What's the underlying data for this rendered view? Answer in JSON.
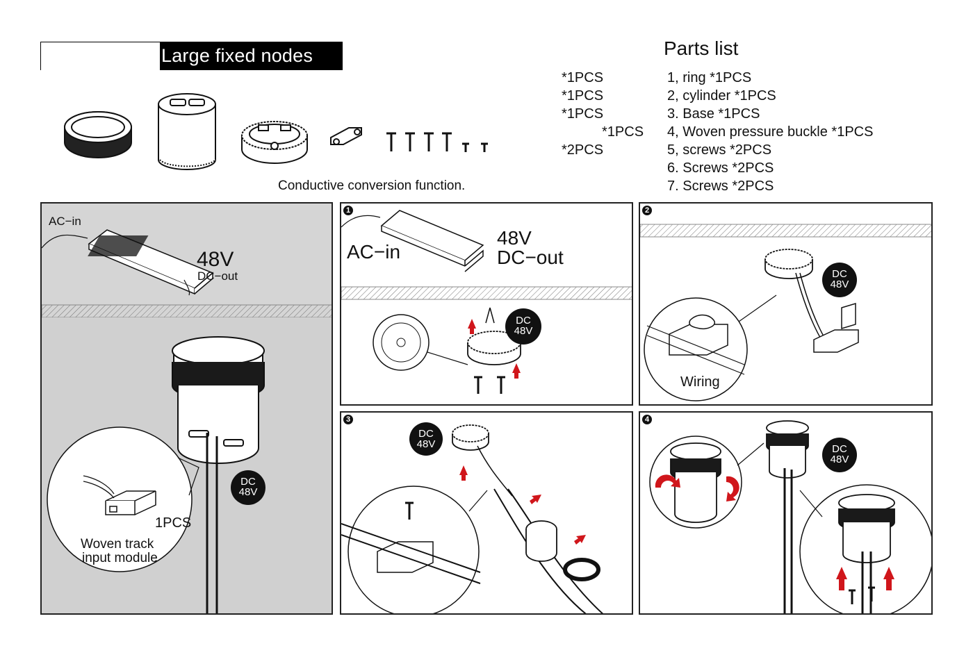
{
  "header": {
    "title": "Large fixed nodes",
    "caption": "Conductive conversion function."
  },
  "parts": {
    "heading": "Parts list",
    "quantities": [
      "*1PCS",
      "*1PCS",
      "*1PCS",
      "*1PCS",
      "*2PCS"
    ],
    "items": [
      "1, ring *1PCS",
      "2, cylinder *1PCS",
      "3. Base *1PCS",
      "4, Woven pressure buckle *1PCS",
      "5, screws *2PCS",
      "6. Screws *2PCS",
      "7. Screws *2PCS"
    ]
  },
  "panel_main": {
    "ac_in": "AC−in",
    "v48": "48V",
    "dc_out": "DC−out",
    "badge_top": "DC",
    "badge_bottom": "48V",
    "pcs": "1PCS",
    "module_line1": "Woven track",
    "module_line2": "input module"
  },
  "step1": {
    "num": "1",
    "ac_in": "AC−in",
    "v48": "48V",
    "dc_out": "DC−out",
    "badge_top": "DC",
    "badge_bottom": "48V"
  },
  "step2": {
    "num": "2",
    "badge_top": "DC",
    "badge_bottom": "48V",
    "wiring": "Wiring"
  },
  "step3": {
    "num": "3",
    "badge_top": "DC",
    "badge_bottom": "48V"
  },
  "step4": {
    "num": "4",
    "badge_top": "DC",
    "badge_bottom": "48V"
  },
  "colors": {
    "arrow_red": "#d0161b",
    "panel_gray": "#d5d5d5",
    "ink": "#111111"
  }
}
